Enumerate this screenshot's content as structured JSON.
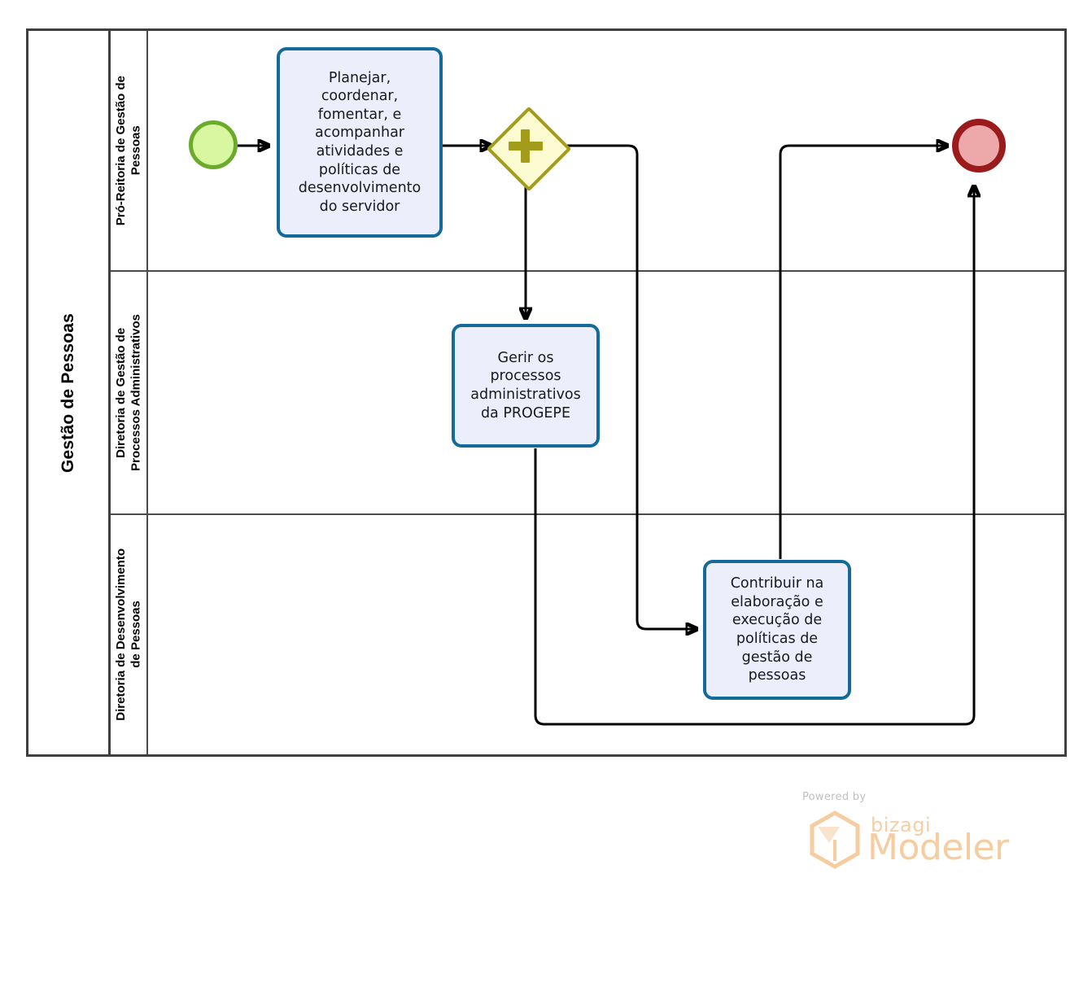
{
  "diagram": {
    "type": "bpmn-process-diagram",
    "pool": {
      "name": "Gestão de Pessoas",
      "lanes": [
        {
          "id": "lane-pro-reitoria",
          "name": "Pró-Reitoria de Gestão de\nPessoas"
        },
        {
          "id": "lane-processos-adm",
          "name": "Diretoria de Gestão de\nProcessos Administrativos"
        },
        {
          "id": "lane-desenvolvimento",
          "name": "Diretoria de Desenvolvimento\nde Pessoas"
        }
      ]
    },
    "nodes": {
      "start_event": {
        "type": "start-event",
        "label": "",
        "fill": "#d9f7a0",
        "stroke": "#6aab2b"
      },
      "task_planejar": {
        "type": "task",
        "label": "Planejar,\ncoordenar,\nfomentar, e\nacompanhar\natividades e\npolíticas de\ndesenvolvimento\ndo servidor",
        "fill": "#eceefb",
        "stroke": "#136a9b"
      },
      "gateway_parallel": {
        "type": "parallel-gateway",
        "label": "",
        "fill": "#fdfbd2",
        "stroke": "#a39c1a"
      },
      "task_gerir": {
        "type": "task",
        "label": "Gerir os\nprocessos\nadministrativos\nda PROGEPE",
        "fill": "#eceefb",
        "stroke": "#136a9b"
      },
      "task_contribuir": {
        "type": "task",
        "label": "Contribuir na\nelaboração e\nexecução de\npolíticas de\ngestão de\npessoas",
        "fill": "#eceefb",
        "stroke": "#136a9b"
      },
      "end_event": {
        "type": "end-event",
        "label": "",
        "fill": "#eda9a9",
        "stroke": "#9b1a1c"
      }
    },
    "flows": [
      {
        "from": "start_event",
        "to": "task_planejar"
      },
      {
        "from": "task_planejar",
        "to": "gateway_parallel"
      },
      {
        "from": "gateway_parallel",
        "to": "task_gerir"
      },
      {
        "from": "gateway_parallel",
        "to": "task_contribuir"
      },
      {
        "from": "task_contribuir",
        "to": "end_event"
      },
      {
        "from": "task_gerir",
        "to": "end_event"
      }
    ]
  },
  "watermark": {
    "powered_by": "Powered by",
    "brand": "bizagi",
    "product": "Modeler",
    "color": "#f6cda0"
  }
}
